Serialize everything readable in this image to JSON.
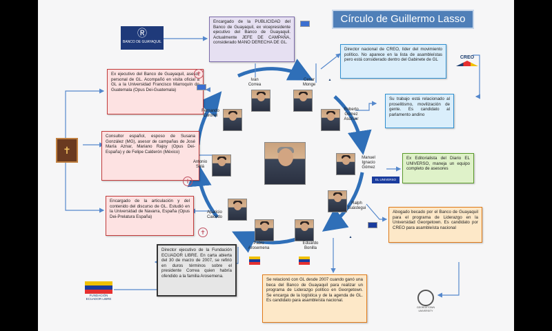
{
  "title": "Círculo de Guillermo Lasso",
  "colors": {
    "ring": "#2f6fb8",
    "connector": "#5588cc"
  },
  "boxes": {
    "publicidad": "Encargado de la PUBLICIDAD del Banco de Guayaquil, ex vicepresidente ejecutivo del Banco de Guayaquil. Actualmente JEFE DE CAMPAÑA, considerado MANO DERECHA DE GL.",
    "ex_ejecutivo": "Ex ejecutivo del Banco de Guayaquil, asesor personal de GL. Acompañó en visita oficial a GL a la Universidad Francisco Marroquín de Guatemala (Opus Dei-Guatemala)",
    "consultor": "Consultor español, esposo de Susana González (MG), asesor de campañas de José María Aznar, Mariano Rajoy (Opus Dei- España) y de Felipe Calderón (México)",
    "articulacion": "Encargado de la articulación y del contenido del discurso de GL. Estudió en la Universidad de Navarra, España (Opus Dei-Prelatura España)",
    "director_creo": "Director nacional de CREO, líder del movimiento político. No aparece en la lista de asambleístas pero está considerado dentro del Gabinete de GL",
    "proselitismo": "Su trabajo está relacionado al proselitismo, movilización de gente. Es candidato al parlamento andino",
    "editorialista": "Ex Editorialista del Diario EL UNIVERSO, maneja un equipo completo de asesores",
    "abogado": "Abogado becado por el Banco de Guayaquil para el programa de Liderazgo en la Universidad Georgetown. Es candidato por CREO para asambleísta nacional",
    "fundacion": "Director ejecutivo de la Fundación ECUADOR LIBRE. En carta abierta del 30 de marzo de 2007, se refirió en duros términos sobre el presidente Correa quien habría ofendido a la familia Arosemena.",
    "beca": "Se relacionó con GL desde 2007 cuando ganó una beca del Banco de Guayaquil para realizar un programa de Liderazgo político en Georgetown. Se encarga de la logística y de la agenda de GL. Es candidato para asambleísta nacional."
  },
  "people": {
    "ivan": "Iván Correa",
    "cesar": "Cesar Monge",
    "roberto": "Roberto Gómez Asdrúar",
    "fernando": "Fernando Coronel",
    "antonio": "Antonio Solá",
    "manuel": "Manuel Ignacio Gómez",
    "aparicio": "Aparicio Caicedo",
    "ralph": "Ralph Suástegui",
    "pablo": "Pablo Arosemena",
    "eduardo": "Eduardo Bonilla"
  },
  "logos": {
    "banco": "BANCO DE GUAYAQUIL",
    "creo": "CREO",
    "ecuador_libre": "FUNDACIÓN ECUADOR LIBRE",
    "georgetown": "GEORGETOWN UNIVERSITY",
    "universo": "EL UNIVERSO"
  }
}
